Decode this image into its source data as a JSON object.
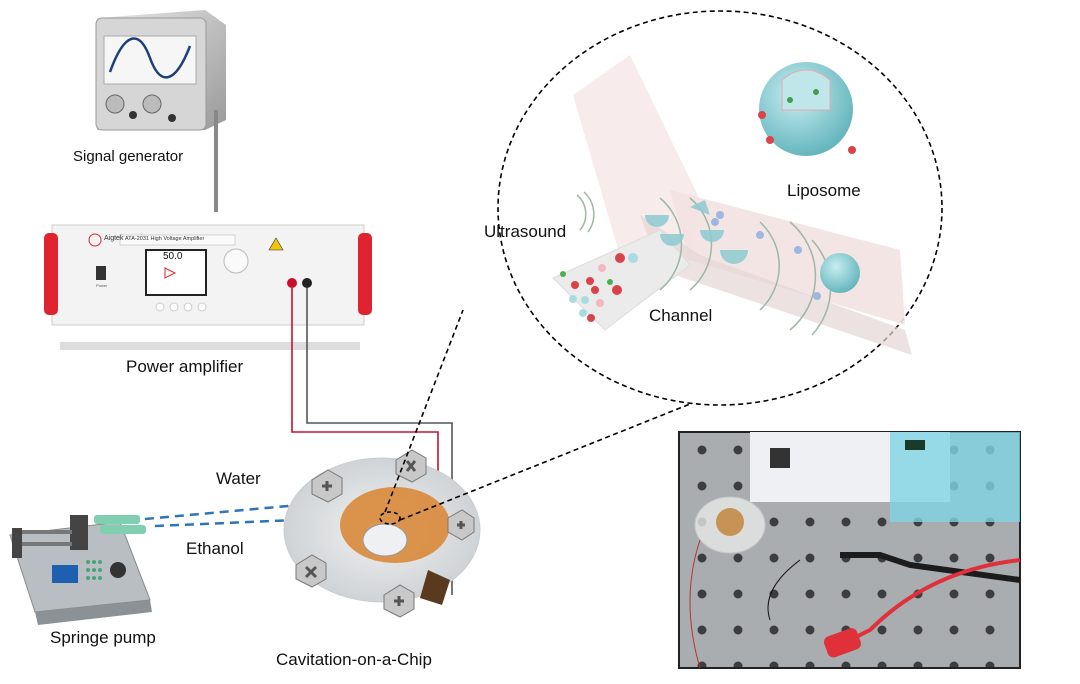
{
  "labels": {
    "signal_generator": "Signal generator",
    "power_amplifier": "Power amplifier",
    "syringe_pump": "Springe pump",
    "chip": "Cavitation-on-a-Chip",
    "water": "Water",
    "ethanol": "Ethanol",
    "ultrasound": "Ultrasound",
    "channel": "Channel",
    "liposome": "Liposome"
  },
  "amplifier": {
    "brand": "Aigtek",
    "model": "ATA-2031 High Voltage Amplifier",
    "display_value": "50.0",
    "power_label": "Power"
  },
  "colors": {
    "red_wire": "#c8102e",
    "ground_wire": "#555555",
    "fluid_line": "#2e75b6",
    "pump_syringe": "#7fcfb0",
    "handle_red": "#e0242f",
    "liposome": "#7fc6cc"
  }
}
